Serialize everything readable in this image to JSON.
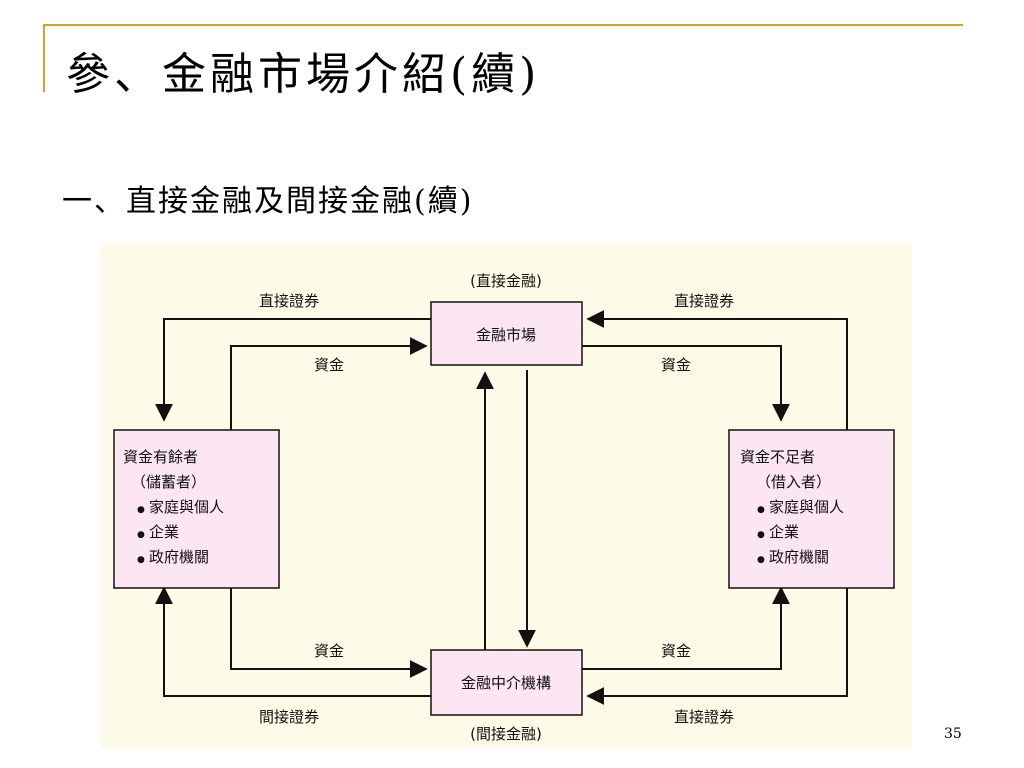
{
  "slide": {
    "title": "參、金融市場介紹(續)",
    "subtitle": "一、直接金融及間接金融(續)",
    "page_number": "35"
  },
  "diagram": {
    "market_box": {
      "label": "金融市場",
      "caption": "(直接金融)"
    },
    "intermediary_box": {
      "label": "金融中介機構",
      "caption": "(間接金融)"
    },
    "surplus_box": {
      "title": "資金有餘者",
      "subtitle": "（儲蓄者）",
      "items": [
        "家庭與個人",
        "企業",
        "政府機關"
      ]
    },
    "deficit_box": {
      "title": "資金不足者",
      "subtitle": "（借入者）",
      "items": [
        "家庭與個人",
        "企業",
        "政府機關"
      ]
    },
    "flow_labels": {
      "top_left_securities": "直接證券",
      "top_left_funds": "資金",
      "top_right_securities": "直接證券",
      "top_right_funds": "資金",
      "bottom_left_funds": "資金",
      "bottom_left_securities": "間接證券",
      "bottom_right_funds": "資金",
      "bottom_right_securities": "直接證券"
    },
    "bullet_glyph": "●"
  },
  "colors": {
    "box_fill": "#fbe6f1",
    "panel_background": "#fdfbe7",
    "accent": "#d9a128"
  }
}
